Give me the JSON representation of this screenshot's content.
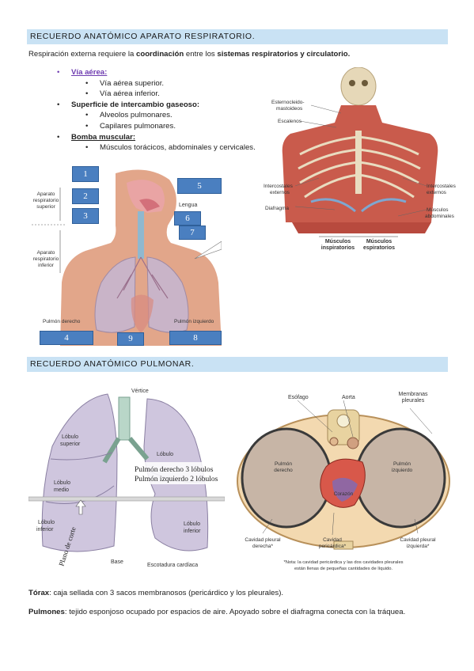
{
  "section1": {
    "title": "RECUERDO ANATÓMICO APARATO RESPIRATORIO.",
    "intro_a": "Respiración externa requiere la ",
    "intro_b": "coordinación",
    "intro_c": " entre los ",
    "intro_d": "sistemas respiratorios y circulatorio.",
    "list": {
      "via_aerea": "Vía aérea:",
      "via_sup": "Vía aérea superior.",
      "via_inf": "Vía aérea inferior.",
      "superficie": "Superficie de intercambio gaseoso:",
      "alveolos": "Alveolos pulmonares.",
      "capilares": "Capilares pulmonares.",
      "bomba": "Bomba muscular:",
      "musculos": "Músculos torácicos, abdominales y cervicales."
    }
  },
  "fig1": {
    "aparato_sup_1": "Aparato",
    "aparato_sup_2": "respiratorio",
    "aparato_sup_3": "superior",
    "aparato_inf_1": "Aparato",
    "aparato_inf_2": "respiratorio",
    "aparato_inf_3": "inferior",
    "lengua": "Lengua",
    "pulmon_der": "Pulmón derecho",
    "pulmon_izq": "Pulmón izquierdo",
    "boxes": [
      "1",
      "2",
      "3",
      "4",
      "5",
      "6",
      "7",
      "8",
      "9"
    ]
  },
  "fig2": {
    "esterno_1": "Esternocleido-",
    "esterno_2": "mastoideos",
    "escalenos": "Escalenos",
    "intercost_ext_l1": "Intercostales",
    "intercost_ext_l2": "externos",
    "diafragma": "Diafragma",
    "intercost_ext_r1": "Intercostales",
    "intercost_ext_r2": "externos",
    "musc_abd_1": "Músculos",
    "musc_abd_2": "abdominales",
    "insp_1": "Músculos",
    "insp_2": "inspiratorios",
    "esp_1": "Músculos",
    "esp_2": "espiratorios"
  },
  "section2": {
    "title": "RECUERDO ANATÓMICO PULMONAR."
  },
  "fig3": {
    "vertice": "Vértice",
    "lob_sup_1": "Lóbulo",
    "lob_sup_2": "superior",
    "lob_sup_r1": "Lóbulo",
    "lob_med_1": "Lóbulo",
    "lob_med_2": "medio",
    "lob_inf_1": "Lóbulo",
    "lob_inf_2": "inferior",
    "lob_inf_r1": "Lóbulo",
    "lob_inf_r2": "inferior",
    "note_1": "Pulmón derecho 3 lóbulos",
    "note_2": "Pulmón izquierdo 2 lóbulos",
    "plano": "Plano de corte",
    "base": "Base",
    "escotadura": "Escotadura cardíaca"
  },
  "fig4": {
    "esofago": "Esófago",
    "aorta": "Aorta",
    "membranas_1": "Membranas",
    "membranas_2": "pleurales",
    "pulmon_der_1": "Pulmón",
    "pulmon_der_2": "derecho",
    "pulmon_izq_1": "Pulmón",
    "pulmon_izq_2": "izquierdo",
    "corazon": "Corazón",
    "cav_der_1": "Cavidad pleural",
    "cav_der_2": "derecha*",
    "cav_peri_1": "Cavidad",
    "cav_peri_2": "pericárdica*",
    "cav_izq_1": "Cavidad pleural",
    "cav_izq_2": "izquierda*",
    "nota_1": "*Nota: la cavidad pericárdica y las dos cavidades pleurales",
    "nota_2": "están llenas de pequeñas cantidades de líquido."
  },
  "torax": {
    "label": "Tórax",
    "text": ": caja sellada con 3 sacos membranosos (pericárdico y los pleurales)."
  },
  "pulmones": {
    "label": "Pulmones",
    "text": ": tejido esponjoso ocupado por espacios de aire. Apoyado sobre el diafragma conecta con la tráquea."
  }
}
